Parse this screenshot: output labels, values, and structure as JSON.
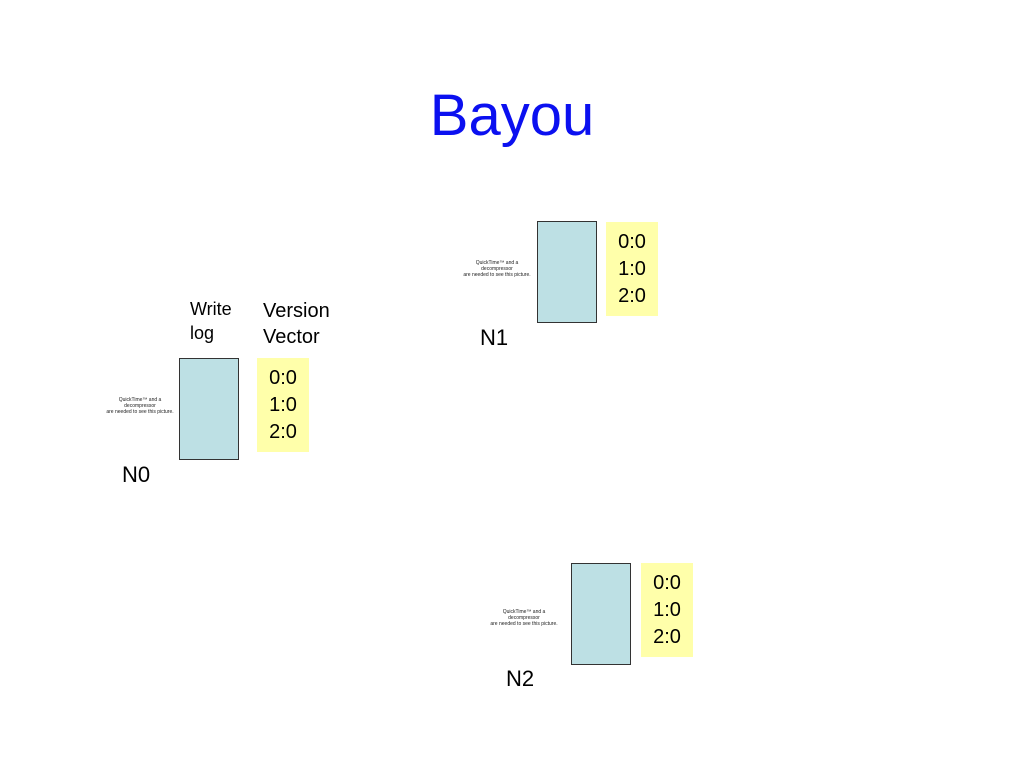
{
  "title": "Bayou",
  "labels": {
    "write_log": [
      "Write",
      "log"
    ],
    "version_vector": [
      "Version",
      "Vector"
    ]
  },
  "placeholder_text": [
    "QuickTime™ and a",
    "decompressor",
    "are needed to see this picture."
  ],
  "nodes": [
    {
      "name": "N0",
      "version_vector": [
        "0:0",
        "1:0",
        "2:0"
      ]
    },
    {
      "name": "N1",
      "version_vector": [
        "0:0",
        "1:0",
        "2:0"
      ]
    },
    {
      "name": "N2",
      "version_vector": [
        "0:0",
        "1:0",
        "2:0"
      ]
    }
  ],
  "colors": {
    "title": "#0b10f0",
    "write_log_fill": "#bde0e4",
    "version_vector_fill": "#ffffaa"
  }
}
